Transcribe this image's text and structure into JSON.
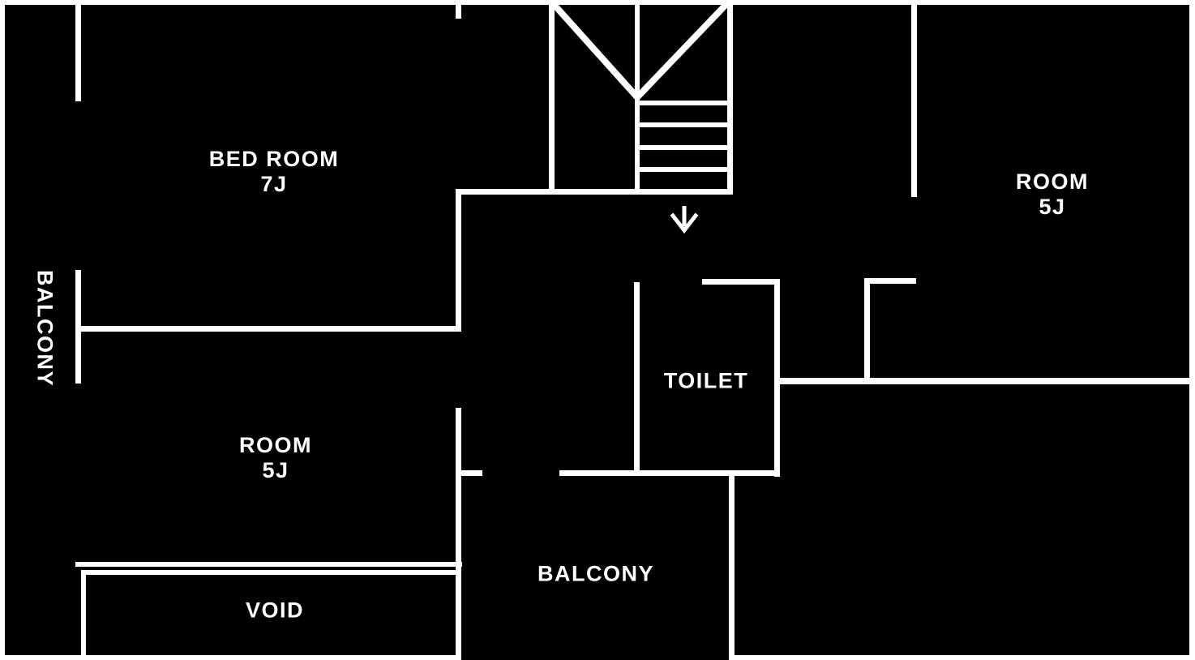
{
  "floorplan": {
    "background_color": "#000000",
    "wall_color": "#ffffff",
    "labels": {
      "bedroom": {
        "line1": "BED ROOM",
        "line2": "7J"
      },
      "room_top_right": {
        "line1": "ROOM",
        "line2": "5J"
      },
      "room_left": {
        "line1": "ROOM",
        "line2": "5J"
      },
      "toilet": {
        "line1": "TOILET"
      },
      "balcony_left": {
        "line1": "BALCONY"
      },
      "balcony_bottom": {
        "line1": "BALCONY"
      },
      "void": {
        "line1": "VOID"
      }
    },
    "stairs": {
      "icon": "down-arrow"
    }
  }
}
